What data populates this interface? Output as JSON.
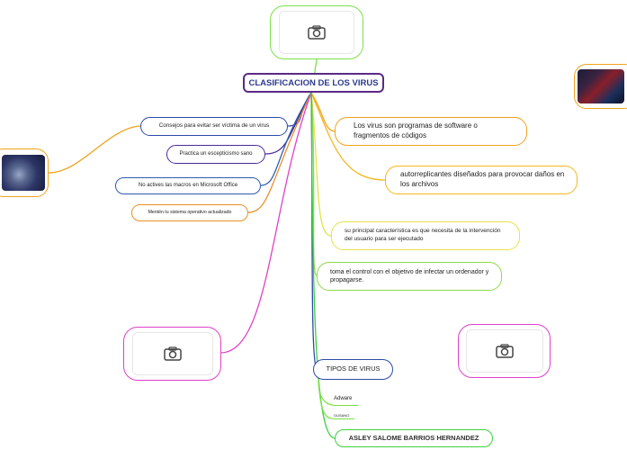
{
  "center": {
    "title": "CLASIFICACION DE LOS VIRUS"
  },
  "left_branches": [
    {
      "text": "Consejos para evitar ser víctima de un virus",
      "color": "#2c4aa8"
    },
    {
      "text": "Practica un escepticismo sano",
      "color": "#4a2c9a"
    },
    {
      "text": "No actives las macros en Microsoft Office",
      "color": "#2f5ab0"
    },
    {
      "text": "Mentén tu sistema operativo actualizado",
      "color": "#e8902a"
    }
  ],
  "right_branches": [
    {
      "text": "Los virus son programas de software o fragmentos de códigos",
      "color": "#f0a21a"
    },
    {
      "text": "autorreplicantes diseñados para provocar daños en los archivos",
      "color": "#f4b61e"
    },
    {
      "text": "su principal característica es que necesita de la intervención del usuario para ser ejecutado",
      "color": "#e6e24a"
    },
    {
      "text": "toma el control con el objetivo de infectar un ordenador y propagarse.",
      "color": "#8ed84a"
    }
  ],
  "types": {
    "title": "TIPOS DE VIRUS",
    "color": "#2c4aa8",
    "items": [
      "Adware",
      "GUSANO"
    ]
  },
  "author": {
    "name": "ASLEY SALOME BARRIOS HERNANDEZ",
    "color": "#3fcf3f"
  },
  "image_boxes": [
    {
      "icon": "camera-icon",
      "color": "#7de04a"
    },
    {
      "icon": "camera-icon",
      "color": "#e040c8"
    },
    {
      "icon": "camera-icon",
      "color": "#e040c8"
    }
  ],
  "photos": [
    {
      "subject": "computer-virus-photo",
      "color": "#f0a21a"
    },
    {
      "subject": "lock-security-photo",
      "color": "#f0a21a"
    }
  ]
}
